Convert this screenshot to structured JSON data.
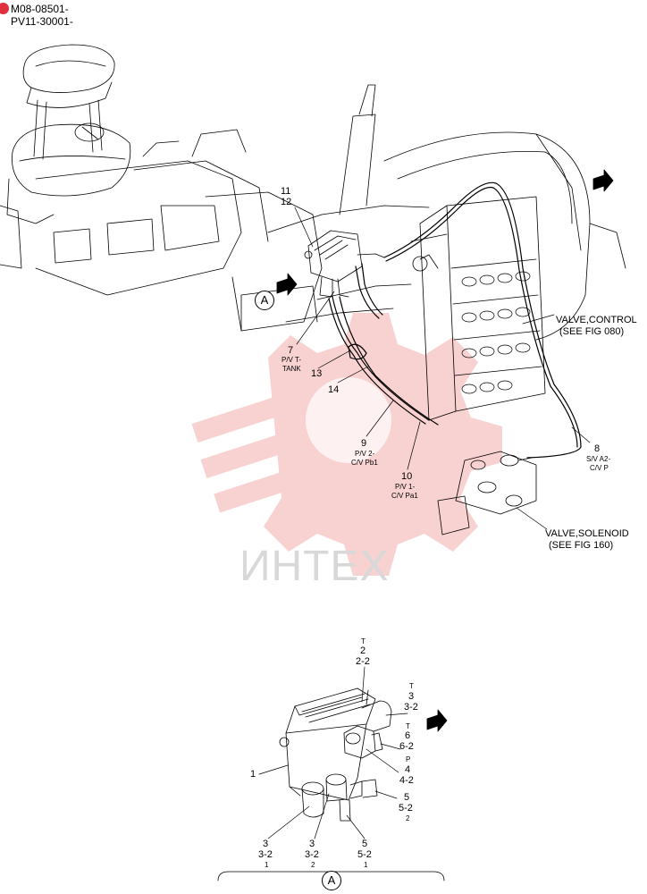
{
  "header": {
    "line1": "M08-08501-",
    "line2": "PV11-30001-"
  },
  "watermark": {
    "text": "ИНТЕХ"
  },
  "main_view": {
    "labels": {
      "p11": "11",
      "p12": "12",
      "p7": "7",
      "p7_desc1": "P/V T-",
      "p7_desc2": "TANK",
      "p13": "13",
      "p14": "14",
      "p9": "9",
      "p9_desc1": "P/V 2-",
      "p9_desc2": "C/V Pb1",
      "p10": "10",
      "p10_desc1": "P/V 1-",
      "p10_desc2": "C/V Pa1",
      "p8": "8",
      "p8_desc1": "S/V A2-",
      "p8_desc2": "C/V P"
    },
    "refs": {
      "control_1": "VALVE,CONTROL",
      "control_2": "(SEE FIG 080)",
      "solenoid_1": "VALVE,SOLENOID",
      "solenoid_2": "(SEE FIG 160)"
    },
    "view_marker": "A"
  },
  "detail_view": {
    "labels": {
      "t_top": "T",
      "n2": "2",
      "n22": "2-2",
      "t3": "T",
      "n3": "3",
      "n32": "3-2",
      "t6": "T",
      "n6": "6",
      "n62": "6-2",
      "p4": "P",
      "n4": "4",
      "n42": "4-2",
      "n1": "1",
      "n5r": "5",
      "n52r": "5-2",
      "s5r": "2",
      "n3a": "3",
      "n32a": "3-2",
      "s3a": "1",
      "n3b": "3",
      "n32b": "3-2",
      "s3b": "2",
      "n5b": "5",
      "n52b": "5-2",
      "s5b": "1"
    },
    "view_marker": "A"
  }
}
